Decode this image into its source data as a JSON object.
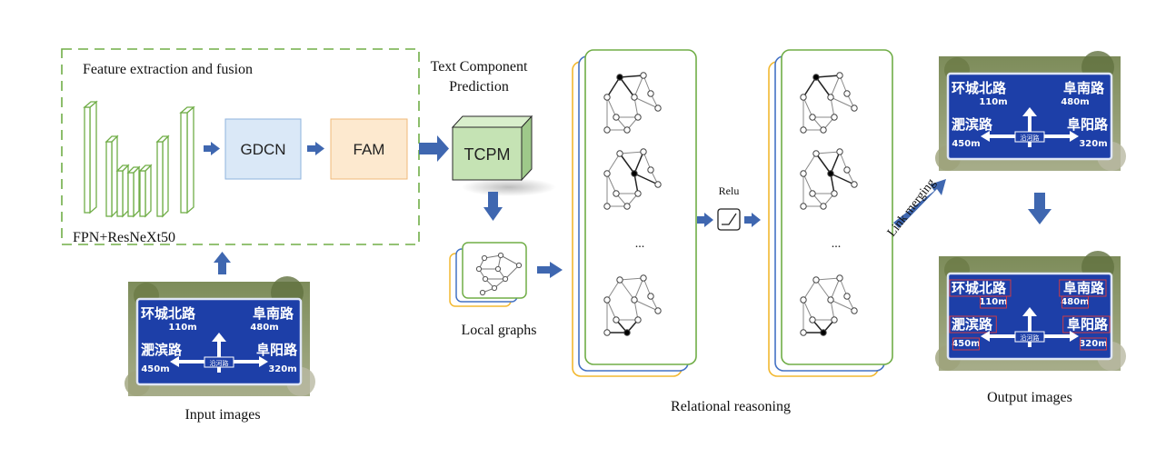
{
  "feature_block": {
    "title": "Feature extraction and fusion",
    "backbone_label": "FPN+ResNeXt50",
    "gdcn_label": "GDCN",
    "fam_label": "FAM"
  },
  "tcp": {
    "title_line1": "Text Component",
    "title_line2": "Prediction",
    "tcpm_label": "TCPM"
  },
  "local_graphs_label": "Local graphs",
  "relu_label": "Relu",
  "ellipsis": "...",
  "relational_reasoning_label": "Relational reasoning",
  "link_merging_label": "Link merging",
  "input_images_label": "Input images",
  "output_images_label": "Output images",
  "sign": {
    "row1_left": "环城北路",
    "row1_right": "阜南路",
    "dist_110": "110m",
    "dist_480": "480m",
    "row2_left": "淝滨路",
    "row2_right": "阜阳路",
    "dist_450": "450m",
    "dist_320": "320m",
    "center_small": "沿河路"
  },
  "colors": {
    "blue_arrow": "#3f67b0",
    "green_border": "#70ad47",
    "blue_border": "#4472c4",
    "yellow_border": "#f2b830",
    "gdcn_fill": "#dae8f7",
    "fam_fill": "#fde9cf",
    "tcpm_front": "#c5e3b4",
    "sign_blue": "#1d3fa8"
  }
}
